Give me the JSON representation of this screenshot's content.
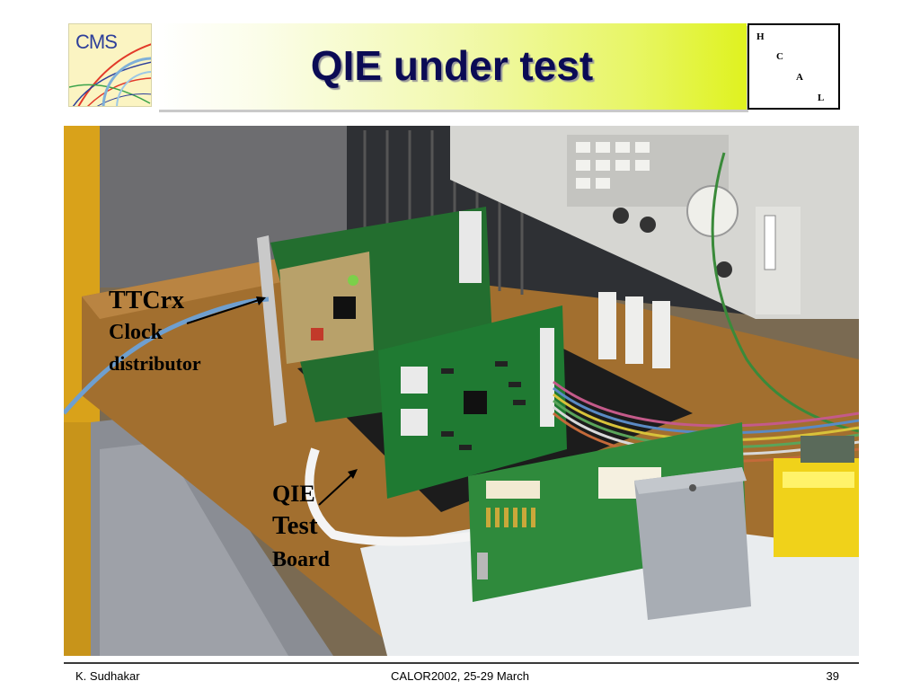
{
  "header": {
    "logo_text": "CMS",
    "title": "QIE under test",
    "hcal_letters": [
      "H",
      "C",
      "A",
      "L"
    ]
  },
  "photo": {
    "labels": {
      "ttcrx": "TTCrx",
      "clock": "Clock",
      "distributor": "distributor",
      "qie": "QIE",
      "test": "Test",
      "board": "Board"
    }
  },
  "footer": {
    "author": "K. Sudhakar",
    "event": "CALOR2002, 25-29 March",
    "page": "39"
  },
  "colors": {
    "title_text": "#0b0b55",
    "title_bar_accent": "#dff21f",
    "pcb_green": "#1f7a32",
    "wood": "#9a6a2e"
  }
}
